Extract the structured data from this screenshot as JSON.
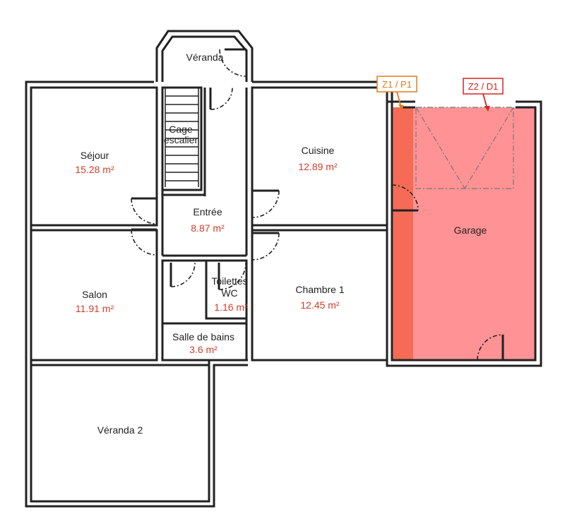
{
  "rooms": {
    "veranda": {
      "name": "Véranda"
    },
    "cage": {
      "name_line1": "Cage",
      "name_line2": "escalier"
    },
    "sejour": {
      "name": "Séjour",
      "area": "15.28 m²"
    },
    "cuisine": {
      "name": "Cuisine",
      "area": "12.89 m²"
    },
    "entree": {
      "name": "Entrée",
      "area": "8.87 m²"
    },
    "garage": {
      "name": "Garage"
    },
    "salon": {
      "name": "Salon",
      "area": "11.91 m²"
    },
    "toilettes": {
      "name_line1": "Toilettes",
      "name_line2": "WC",
      "area": "1.16 m²"
    },
    "chambre1": {
      "name": "Chambre 1",
      "area": "12.45 m²"
    },
    "sdb": {
      "name": "Salle de bains",
      "area": "3.6 m²"
    },
    "veranda2": {
      "name": "Véranda 2"
    }
  },
  "annotations": {
    "z1": {
      "label": "Z1 / P1",
      "color": "#e07a1f"
    },
    "z2": {
      "label": "Z2 / D1",
      "color": "#d42424"
    }
  },
  "colors": {
    "garage_fill": "#ff9295",
    "zone_strip": "#f56b55",
    "area_text": "#d23c2a"
  }
}
